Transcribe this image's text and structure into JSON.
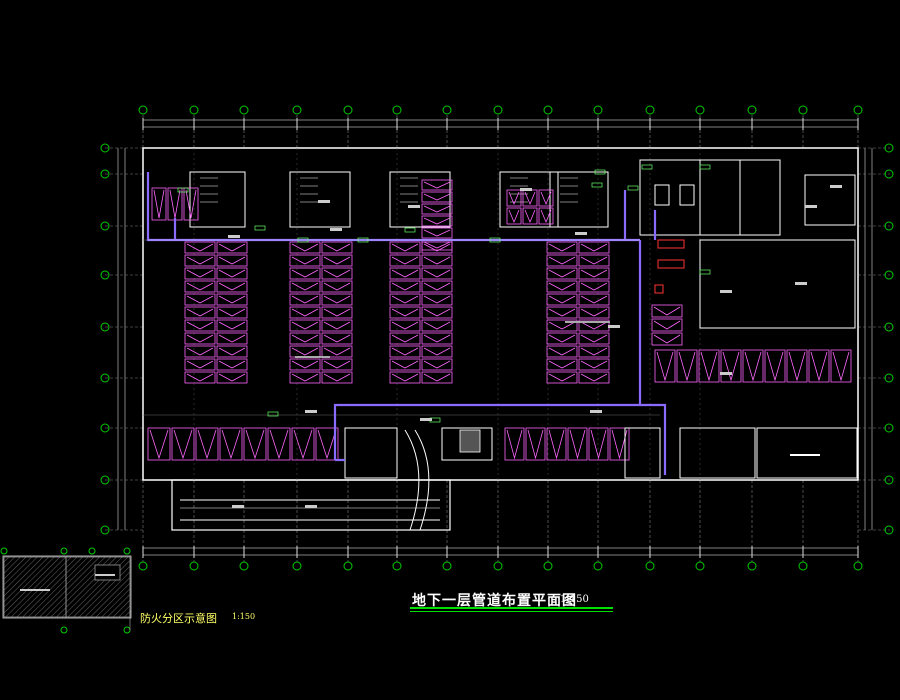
{
  "drawing": {
    "title": "地下一层管道布置平面图",
    "title_scale": "1:150",
    "inset_title": "防火分区示意图",
    "inset_scale": "1:150"
  },
  "colors": {
    "background": "#000000",
    "wall": "#ffffff",
    "grid": "#7f7f7f",
    "parking": "#ff66ff",
    "pipe": "#8a6bff",
    "axis_bubble": "#00cc00",
    "title_underline": "#00e000",
    "inset_title": "#ffff66",
    "equipment": "#ff3333"
  },
  "icons": [
    "axis-bubble-icon",
    "parking-space-icon",
    "stair-icon",
    "equipment-icon"
  ]
}
